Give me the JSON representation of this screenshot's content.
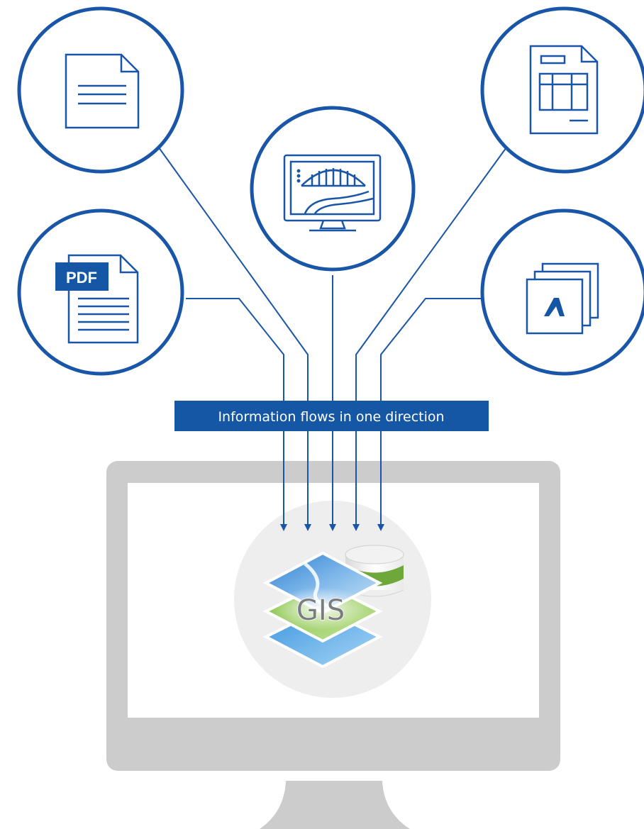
{
  "colors": {
    "accent": "#1a56a8",
    "banner": "#1557a5",
    "monitor": "#cccccc",
    "gis_circle": "#eeeeee",
    "background": "#ffffff"
  },
  "banner": {
    "text": "Information flows in one direction"
  },
  "sources": [
    {
      "icon": "document-icon",
      "label": ""
    },
    {
      "icon": "pdf-document-icon",
      "label": "PDF"
    },
    {
      "icon": "monitor-bridge-icon",
      "label": ""
    },
    {
      "icon": "spreadsheet-document-icon",
      "label": ""
    },
    {
      "icon": "autodesk-files-icon",
      "label": ""
    }
  ],
  "target": {
    "icon": "gis-layers-database-icon",
    "label": "GIS"
  }
}
